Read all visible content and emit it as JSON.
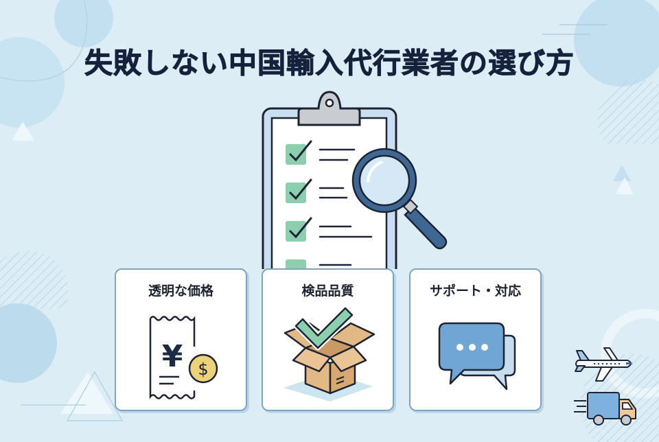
{
  "title": "失敗しない中国輸入代行業者の選び方",
  "colors": {
    "background": "#dcedf6",
    "title_text": "#16213b",
    "card_border": "#7da4c4",
    "check_green": "#8ccfae",
    "magnifier_blue": "#3f6793",
    "chat_blue": "#6fa6d6",
    "box_tan": "#e2b884",
    "coin_yellow": "#ecd27a"
  },
  "illustration": {
    "main_icon": "clipboard-checklist-icon",
    "overlay_icon": "magnifying-glass-icon",
    "checklist_rows": 4
  },
  "cards": [
    {
      "label": "透明な価格",
      "icon": "receipt-yen-coin-icon",
      "icon_glyphs": {
        "currency": "¥",
        "coin": "$"
      }
    },
    {
      "label": "検品品質",
      "icon": "box-checkmark-icon"
    },
    {
      "label": "サポート・対応",
      "icon": "chat-bubbles-icon"
    }
  ],
  "side_icons": [
    "airplane-icon",
    "delivery-truck-icon"
  ]
}
